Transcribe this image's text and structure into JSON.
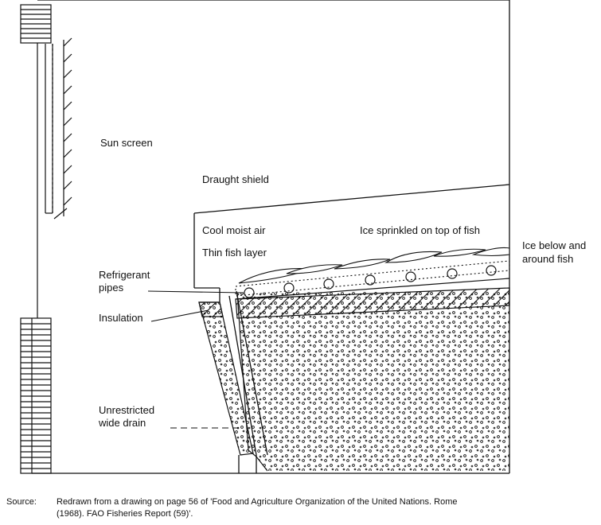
{
  "labels": {
    "sun_screen": "Sun screen",
    "draught_shield": "Draught shield",
    "cool_moist_air": "Cool moist air",
    "thin_fish_layer": "Thin fish layer",
    "ice_sprinkled": "Ice sprinkled on top of fish",
    "ice_below_1": "Ice below and",
    "ice_below_2": "around fish",
    "refrigerant_1": "Refrigerant",
    "refrigerant_2": "pipes",
    "insulation": "Insulation",
    "drain_1": "Unrestricted",
    "drain_2": "wide drain"
  },
  "source": {
    "key": "Source:",
    "line1": "Redrawn from a drawing on page 56 of 'Food and Agriculture Organization of the United Nations. Rome",
    "line2": "(1968). FAO Fisheries Report (59)'."
  }
}
